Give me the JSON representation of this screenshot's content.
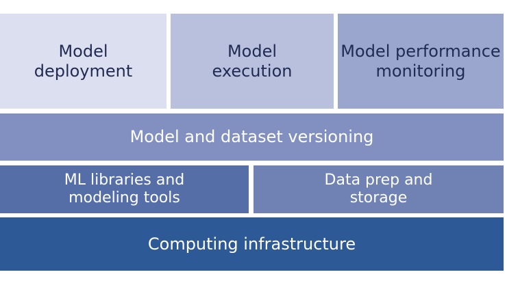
{
  "layers": {
    "model_deployment": "Model\ndeployment",
    "model_execution": "Model\nexecution",
    "model_performance_monitoring": "Model performance\nmonitoring",
    "model_dataset_versioning": "Model and dataset versioning",
    "ml_libraries": "ML libraries and\nmodeling tools",
    "data_prep": "Data prep and\nstorage",
    "computing_infrastructure": "Computing infrastructure"
  },
  "colors": {
    "model_deployment": "#dcdfef",
    "model_execution": "#b8c0de",
    "model_performance_monitoring": "#9ba6cf",
    "model_dataset_versioning": "#8190c0",
    "ml_libraries": "#556ea7",
    "data_prep": "#6f82b3",
    "computing_infrastructure": "#2d5a96"
  }
}
